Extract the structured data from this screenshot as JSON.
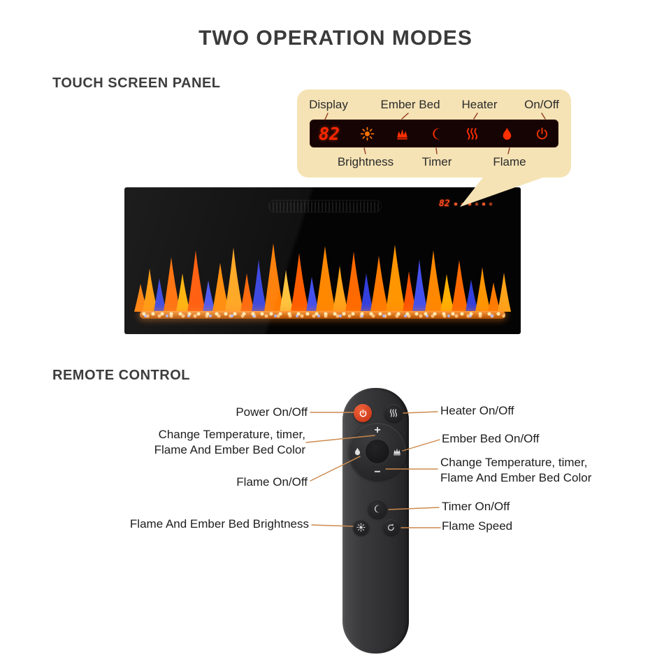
{
  "title": "TWO OPERATION MODES",
  "touch_panel": {
    "heading": "TOUCH SCREEN PANEL",
    "labels_top": {
      "display": "Display",
      "ember_bed": "Ember Bed",
      "heater": "Heater",
      "on_off": "On/Off"
    },
    "labels_bottom": {
      "brightness": "Brightness",
      "timer": "Timer",
      "flame": "Flame"
    },
    "temperature": "82"
  },
  "fireplace": {
    "temperature": "82"
  },
  "remote": {
    "heading": "REMOTE CONTROL",
    "labels": {
      "power": "Power On/Off",
      "heater": "Heater On/Off",
      "change_left": "Change Temperature, timer,\nFlame And Ember Bed Color",
      "ember": "Ember Bed On/Off",
      "change_right": "Change Temperature, timer,\nFlame And Ember Bed Color",
      "flame": "Flame On/Off",
      "timer": "Timer On/Off",
      "brightness": "Flame And Ember Bed Brightness",
      "speed": "Flame Speed"
    },
    "buttons": {
      "plus": "+",
      "minus": "−"
    }
  },
  "icons": {
    "power": "power-symbol",
    "brightness": "sun",
    "ember_bed": "crown-flames",
    "timer": "crescent-moon",
    "heater": "heat-waves",
    "flame": "flame",
    "flame_speed": "swirl-arrow"
  },
  "colors": {
    "led_red": "#ff2f00",
    "callout_bg": "#f5e3b5",
    "callout_line": "#93391d",
    "remote_line": "#cd8a4e",
    "power_button": "#e04a22"
  }
}
